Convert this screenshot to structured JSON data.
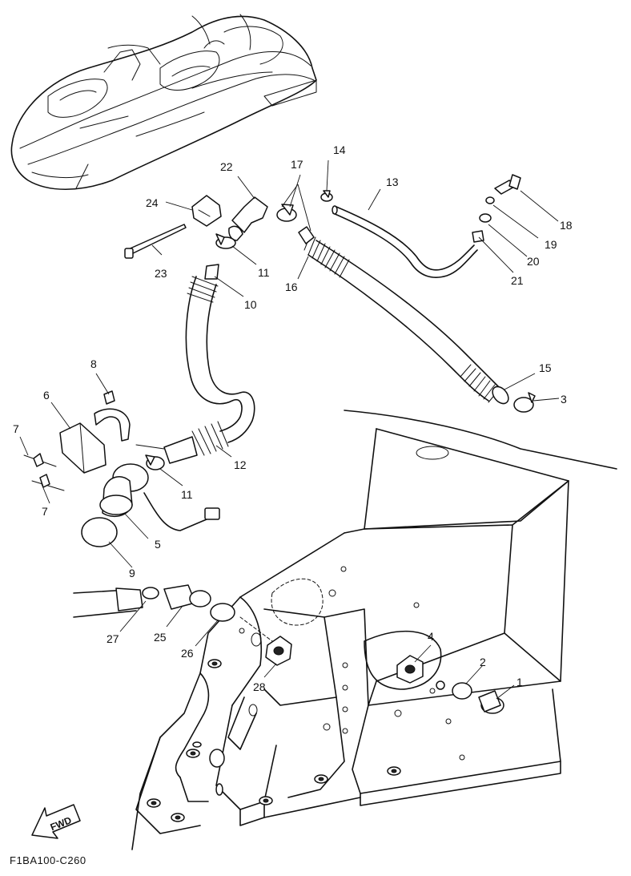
{
  "diagram": {
    "drawing_code": "F1BA100-C260",
    "fwd_label": "FWD",
    "callouts": [
      "1",
      "2",
      "3",
      "4",
      "5",
      "6",
      "7",
      "8",
      "9",
      "10",
      "11",
      "12",
      "13",
      "14",
      "15",
      "16",
      "17",
      "18",
      "19",
      "20",
      "21",
      "22",
      "23",
      "24",
      "25",
      "26",
      "27",
      "28"
    ]
  }
}
